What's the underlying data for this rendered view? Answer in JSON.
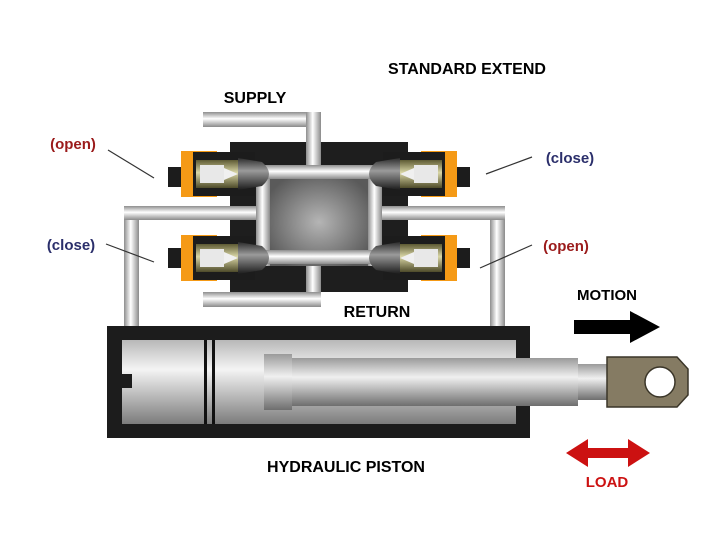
{
  "title": "STANDARD EXTEND",
  "supply_label": "SUPPLY",
  "return_label": "RETURN",
  "piston_label": "HYDRAULIC PISTON",
  "motion_label": "MOTION",
  "load_label": "LOAD",
  "valves": {
    "top_left": "(open)",
    "top_right": "(close)",
    "bottom_left": "(close)",
    "bottom_right": "(open)"
  },
  "colors": {
    "open": "#9b1b1b",
    "close": "#2b2f6b",
    "load": "#cc1111",
    "valve_orange": "#f59a16",
    "mount": "#857b63"
  }
}
